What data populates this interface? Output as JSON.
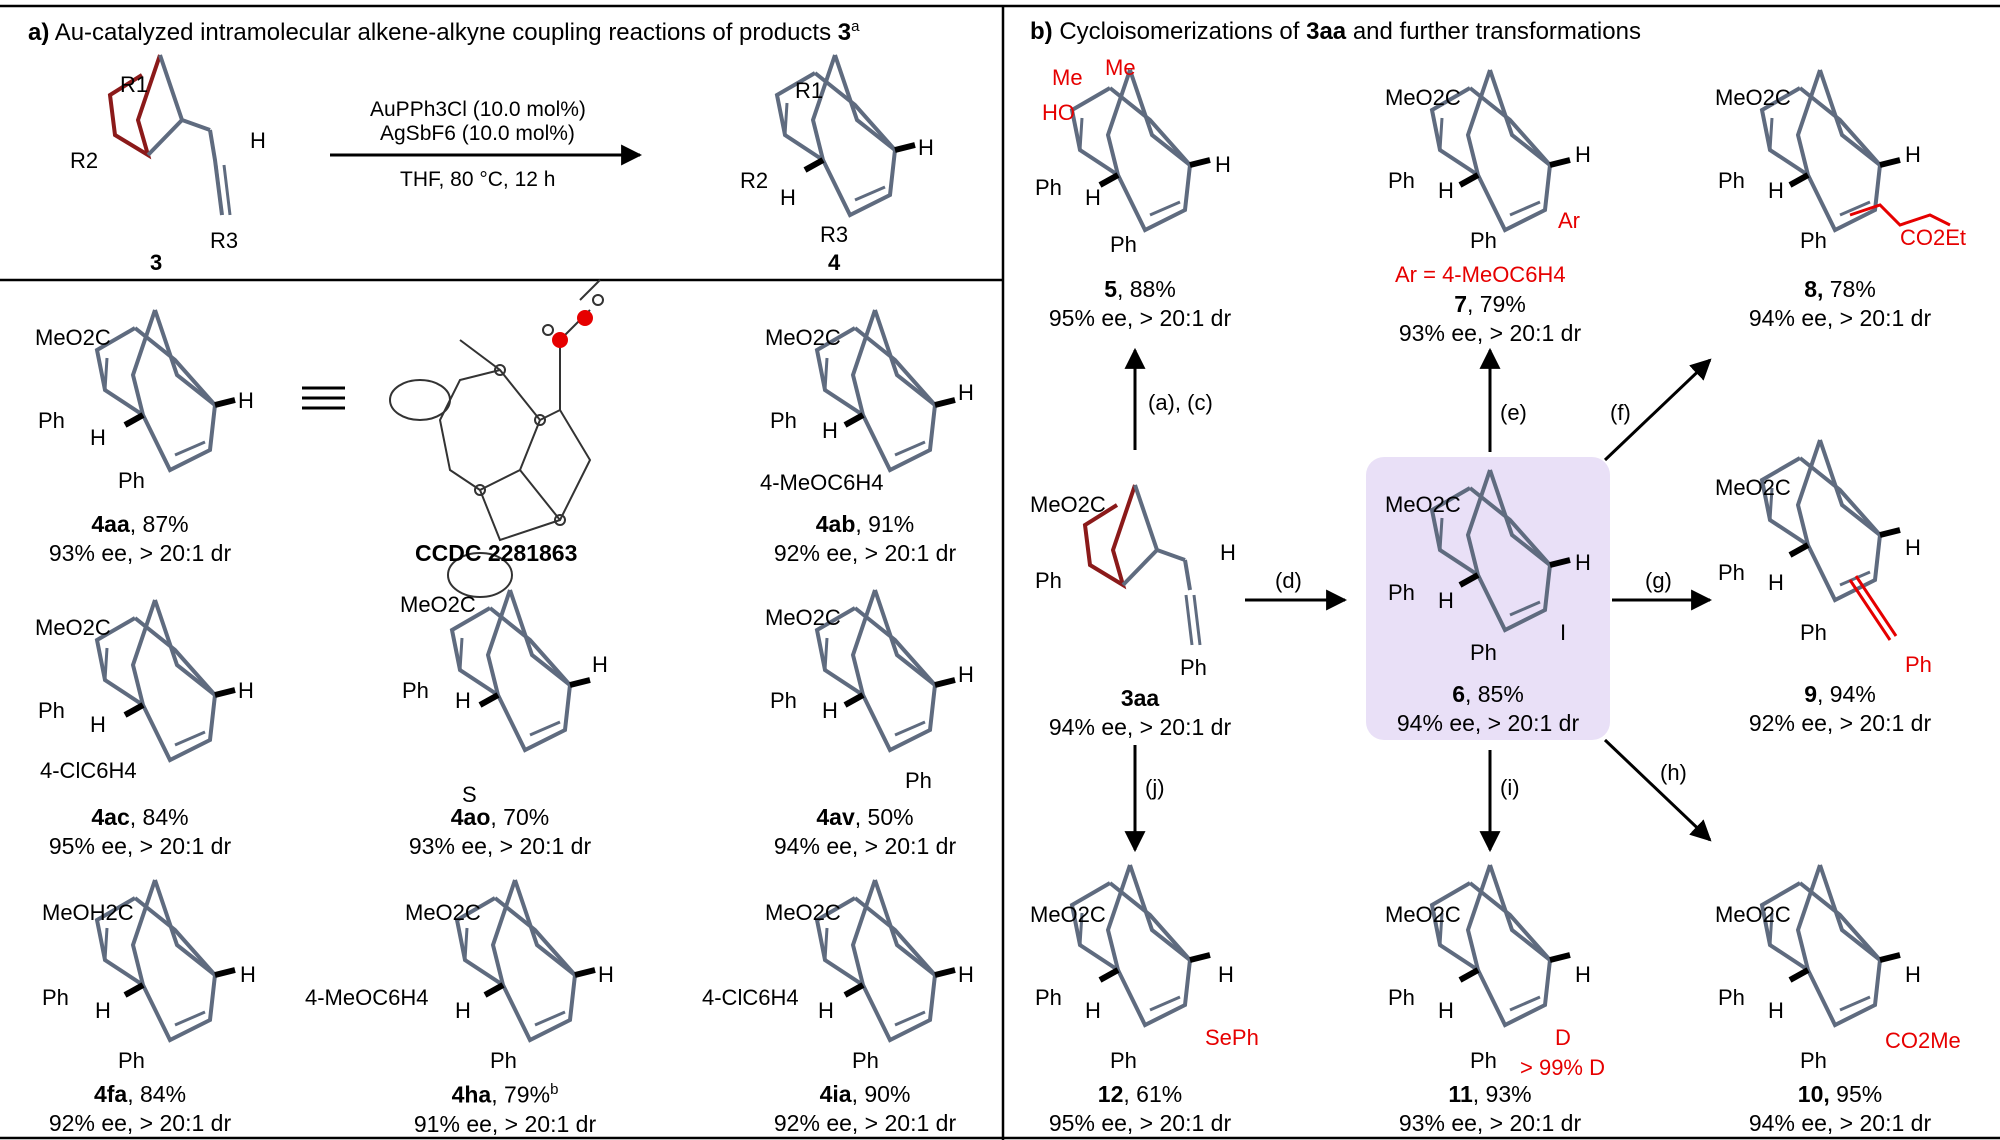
{
  "headings": {
    "a_tag": "a)",
    "a_text": "Au-catalyzed intramolecular alkene-alkyne coupling reactions of products",
    "a_cmpd": "3",
    "a_sup": "a",
    "b_tag": "b)",
    "b_text": "Cycloisomerizations of",
    "b_cmpd": "3aa",
    "b_tail": "and further transformations"
  },
  "reaction_conditions": {
    "line1": "AuPPh3Cl (10.0 mol%)",
    "line2": "AgSbF6 (10.0 mol%)",
    "line3": "THF, 80 °C, 12 h"
  },
  "general": {
    "reactant_label": "3",
    "product_label": "4",
    "r1": "R1",
    "r2": "R2",
    "r3": "R3"
  },
  "substituent_text": {
    "meo2c": "MeO2C",
    "meoh2c": "MeOH2C",
    "ph": "Ph",
    "h": "H",
    "i": "I",
    "d": "D",
    "meo_aryl": "4-MeOC6H4",
    "cl_aryl": "4-ClC6H4",
    "s": "S",
    "ar": "Ar",
    "ar_def": "Ar = 4-MeOC6H4",
    "seph": "SePh",
    "co2me": "CO2Me",
    "co2et": "CO2Et",
    "me": "Me",
    "ho": "HO",
    "d_incorp": "> 99% D"
  },
  "xray_label": "CCDC 2281863",
  "compounds_a": [
    {
      "id": "4aa",
      "yield": ", 87%",
      "sel": "93% ee, > 20:1 dr"
    },
    {
      "id": "4ab",
      "yield": ", 91%",
      "sel": "92% ee, > 20:1 dr"
    },
    {
      "id": "4ac",
      "yield": ", 84%",
      "sel": "95% ee, > 20:1 dr"
    },
    {
      "id": "4ao",
      "yield": ", 70%",
      "sel": "93% ee, > 20:1 dr"
    },
    {
      "id": "4av",
      "yield": ", 50%",
      "sel": "94% ee, > 20:1 dr"
    },
    {
      "id": "4fa",
      "yield": ", 84%",
      "sel": "92% ee, > 20:1 dr"
    },
    {
      "id": "4ha",
      "yield": ", 79%",
      "sup": "b",
      "sel": "91% ee, > 20:1 dr"
    },
    {
      "id": "4ia",
      "yield": ", 90%",
      "sel": "92% ee, > 20:1 dr"
    }
  ],
  "compounds_b": [
    {
      "id": "5",
      "yield": ", 88%",
      "sel": "95% ee, > 20:1 dr"
    },
    {
      "id": "7",
      "yield": ", 79%",
      "sel": "93% ee, > 20:1 dr"
    },
    {
      "id": "8,",
      "yield": " 78%",
      "sel": "94% ee, > 20:1 dr"
    },
    {
      "id": "3aa",
      "yield": "",
      "sel": "94% ee, > 20:1 dr"
    },
    {
      "id": "6",
      "yield": ", 85%",
      "sel": "94% ee, > 20:1 dr"
    },
    {
      "id": "9",
      "yield": ", 94%",
      "sel": "92% ee, > 20:1 dr"
    },
    {
      "id": "12",
      "yield": ", 61%",
      "sel": "95% ee, > 20:1 dr"
    },
    {
      "id": "11",
      "yield": ", 93%",
      "sel": "93% ee, > 20:1 dr"
    },
    {
      "id": "10,",
      "yield": " 95%",
      "sel": "94% ee, > 20:1 dr"
    }
  ],
  "arrow_labels": {
    "ac": "(a), (c)",
    "d": "(d)",
    "e": "(e)",
    "f": "(f)",
    "g": "(g)",
    "h": "(h)",
    "i": "(i)",
    "j": "(j)"
  },
  "colors": {
    "bond": "#5f6b7f",
    "bond_highlight": "#8b1a1a",
    "accent_red": "#e60000",
    "box_fill": "#e9e0f7"
  }
}
